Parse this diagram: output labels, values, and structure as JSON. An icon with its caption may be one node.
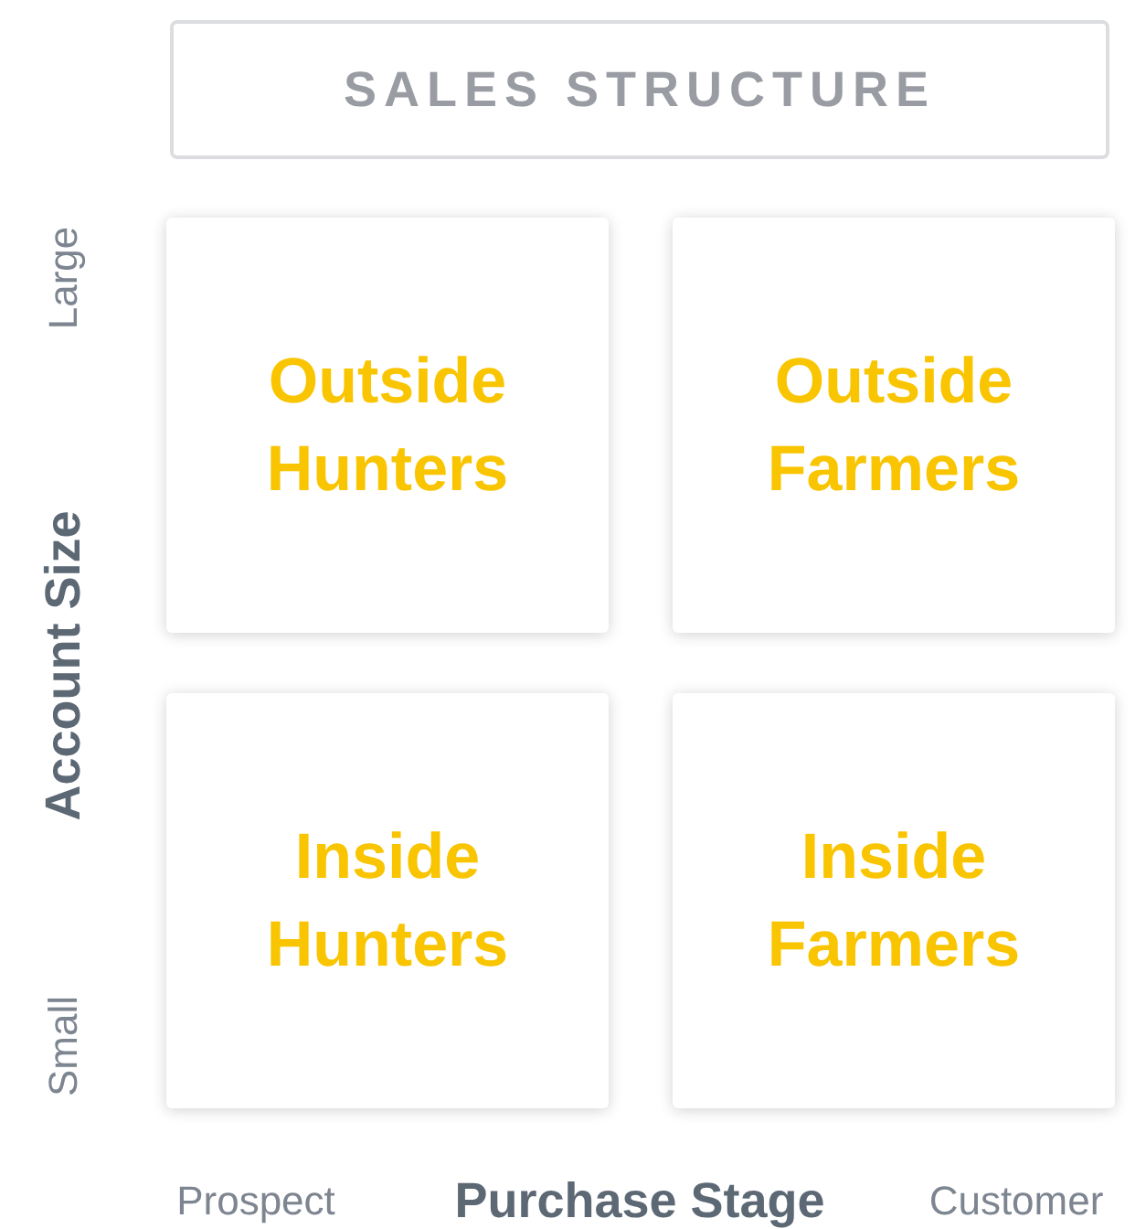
{
  "diagram": {
    "title": "SALES STRUCTURE",
    "nodes": [
      {
        "text": [
          "Outside Hunters"
        ]
      },
      {
        "text": [
          "Outside Farmers"
        ]
      },
      {
        "text": [
          "Inside Hunters"
        ]
      },
      {
        "text": [
          "Inside Farmers"
        ]
      }
    ],
    "labels": [
      "Large",
      "Account Size",
      "Small",
      "Prospect",
      "Purchase Stage",
      "Customer"
    ]
  }
}
